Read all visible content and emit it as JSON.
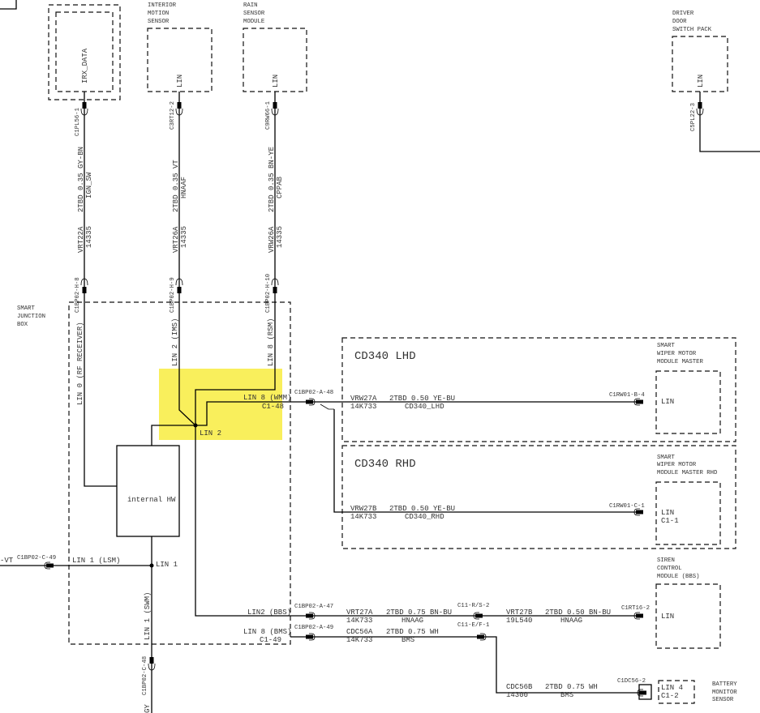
{
  "colors": {
    "highlight": "#f9ef5c",
    "wire": "#000000"
  },
  "modules": {
    "irx": {
      "pin": "IRX_DATA"
    },
    "ims": {
      "title": [
        "INTERIOR",
        "MOTION",
        "SENSOR"
      ],
      "pin": "LIN"
    },
    "rsm": {
      "title": [
        "RAIN",
        "SENSOR",
        "MODULE"
      ],
      "pin": "LIN"
    },
    "dds": {
      "title": [
        "DRIVER",
        "DOOR",
        "SWITCH PACK"
      ],
      "pin": "LIN"
    },
    "sjb": {
      "title": [
        "SMART",
        "JUNCTION",
        "BOX"
      ],
      "internal": "internal HW",
      "pins": {
        "lin0": "LIN 0 (RF RECEIVER)",
        "lin2ims": "LIN 2 (IMS)",
        "lin8rsm": "LIN 8 (RSM)",
        "lin8wmm": "LIN 8 (WMM)",
        "c148": "C1-48",
        "lin2": "LIN 2",
        "lin1lsm": "LIN 1 (LSM)",
        "lin1": "LIN 1",
        "lin1swm": "LIN 1 (SWM)",
        "lin2bbs": "LIN2 (BBS)",
        "lin8bms": "LIN 8 (BMS)",
        "c149": "C1-49"
      }
    },
    "wmm_lhd": {
      "variant": "CD340 LHD",
      "title": [
        "SMART",
        "WIPER MOTOR",
        "MODULE MASTER"
      ],
      "pin": "LIN"
    },
    "wmm_rhd": {
      "variant": "CD340 RHD",
      "title": [
        "SMART",
        "WIPER MOTOR",
        "MODULE MASTER RHD"
      ],
      "pin": "LIN",
      "pin2": "C1-1"
    },
    "siren": {
      "title": [
        "SIREN",
        "CONTROL",
        "MODULE (BBS)"
      ],
      "pin": "LIN"
    },
    "bms": {
      "title": [
        "BATTERY",
        "MONITOR",
        "SENSOR"
      ],
      "pin": "LIN 4",
      "pin2": "C1-2"
    }
  },
  "connectors": {
    "irx_top": "C1PL56-1",
    "ims_top": "C3RT12-2",
    "rsm_top": "C9RW66-1",
    "irx_bot": "C1BP02-H-8",
    "ims_bot": "C1BP02-H-9",
    "rsm_bot": "C1BP02-H-10",
    "dds": "C5PL22-3",
    "a48": "C1BP02-A-48",
    "a47": "C1BP02-A-47",
    "a49": "C1BP02-A-49",
    "c49": "C1BP02-C-49",
    "c48": "C1BP02-C-48",
    "wmm_lhd": "C1RW01-B-4",
    "wmm_rhd": "C1RW01-C-1",
    "rs2": "C11-R/S-2",
    "ef1": "C11-E/F-1",
    "siren": "C1RT16-2",
    "bms": "C1DC56-2"
  },
  "wires": {
    "irx": {
      "id": "VRT22A",
      "spec": "2TBD 0.35 GY-BN",
      "code": "14335",
      "func": "IGN_SW"
    },
    "ims": {
      "id": "VRT26A",
      "spec": "2TBD 0.35 VT",
      "code": "14335",
      "func": "HNAAF"
    },
    "rsm": {
      "id": "VRW26A",
      "spec": "2TBD 0.35 BN-YE",
      "code": "14335",
      "func": "CPPAB"
    },
    "lhd": {
      "id": "VRW27A",
      "spec": "2TBD 0.50 YE-BU",
      "code": "14K733",
      "func": "CD340_LHD"
    },
    "rhd": {
      "id": "VRW27B",
      "spec": "2TBD 0.50 YE-BU",
      "code": "14K733",
      "func": "CD340_RHD"
    },
    "bbs_a": {
      "id": "VRT27A",
      "spec": "2TBD 0.75 BN-BU",
      "code": "14K733",
      "func": "HNAAG"
    },
    "bbs_b": {
      "id": "VRT27B",
      "spec": "2TBD 0.50 BN-BU",
      "code": "19L540",
      "func": "HNAAG"
    },
    "bms_a": {
      "id": "CDC56A",
      "spec": "2TBD 0.75 WH",
      "code": "14K733",
      "func": "BMS"
    },
    "bms_b": {
      "id": "CDC56B",
      "spec": "2TBD 0.75 WH",
      "code": "14300",
      "func": "BMS"
    },
    "lsm_tail": "-VT",
    "swm_tail": "GY"
  }
}
